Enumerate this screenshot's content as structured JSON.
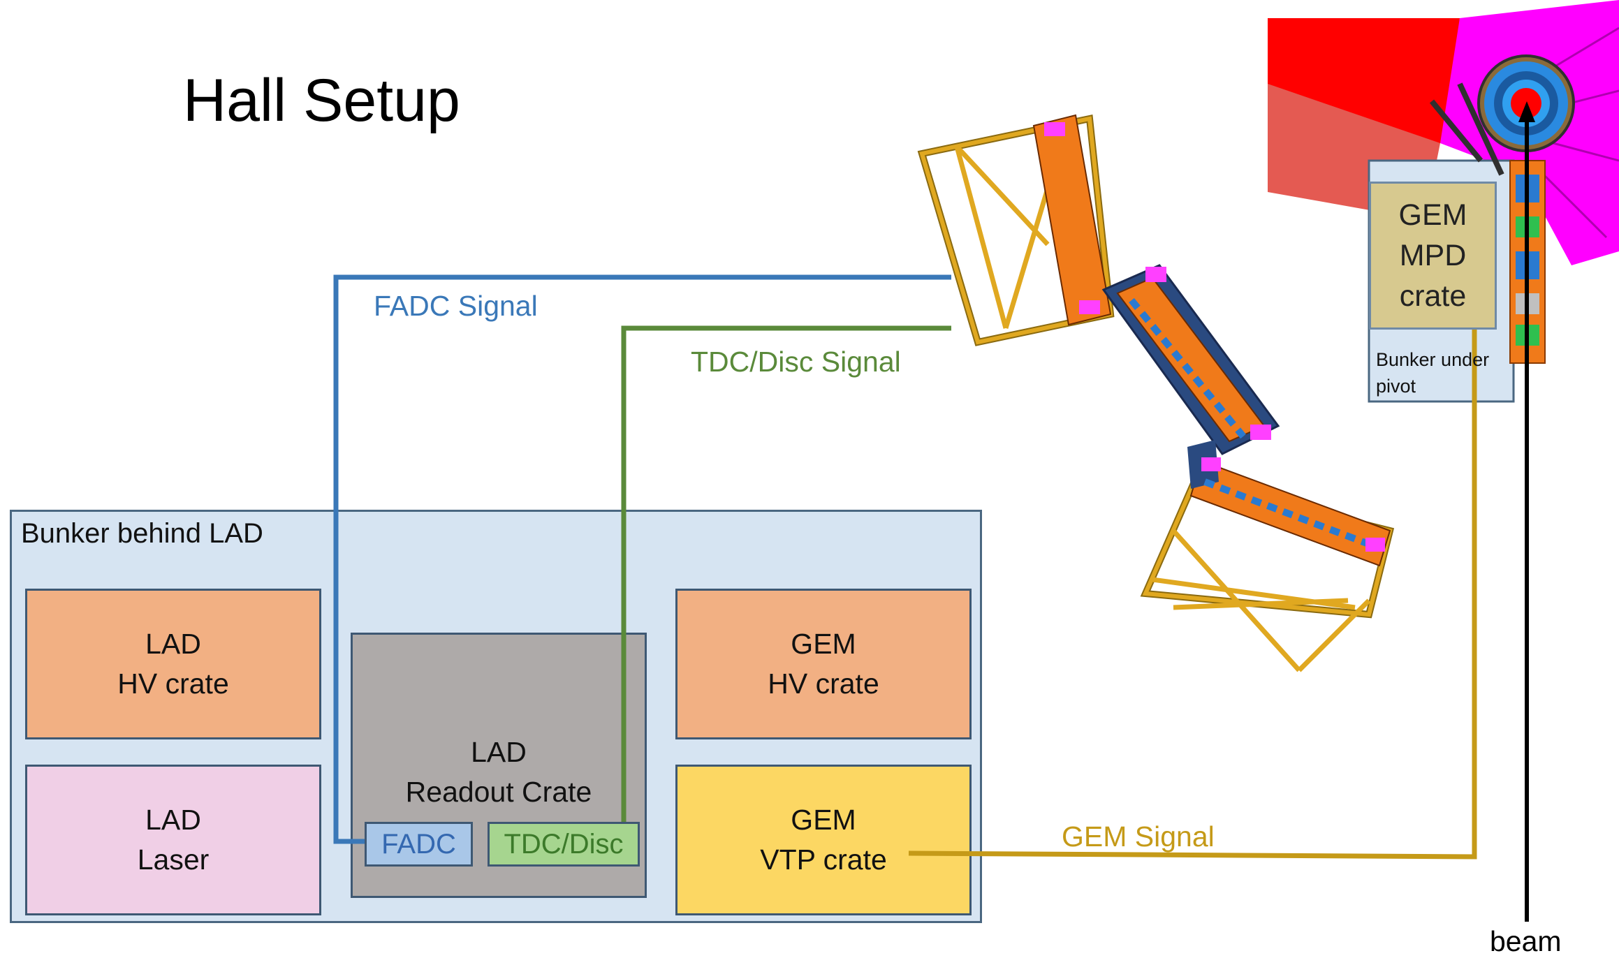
{
  "title": "Hall Setup",
  "bunker_lad": {
    "label": "Bunker behind LAD",
    "lad_hv": [
      "LAD",
      "HV crate"
    ],
    "lad_laser": [
      "LAD",
      "Laser"
    ],
    "readout": [
      "LAD",
      "Readout Crate"
    ],
    "fadc": "FADC",
    "tdc": "TDC/Disc",
    "gem_hv": [
      "GEM",
      "HV crate"
    ],
    "gem_vtp": [
      "GEM",
      "VTP crate"
    ]
  },
  "signals": {
    "fadc": "FADC Signal",
    "tdc": "TDC/Disc Signal",
    "gem": "GEM Signal"
  },
  "pivot_bunker": {
    "crate": [
      "GEM",
      "MPD",
      "crate"
    ],
    "label_line1": "Bunker under",
    "label_line2": "pivot"
  },
  "beam": "beam",
  "colors": {
    "fadc_signal": "#3a78b8",
    "tdc_signal": "#5a8a3a",
    "gem_signal": "#c59a18"
  }
}
